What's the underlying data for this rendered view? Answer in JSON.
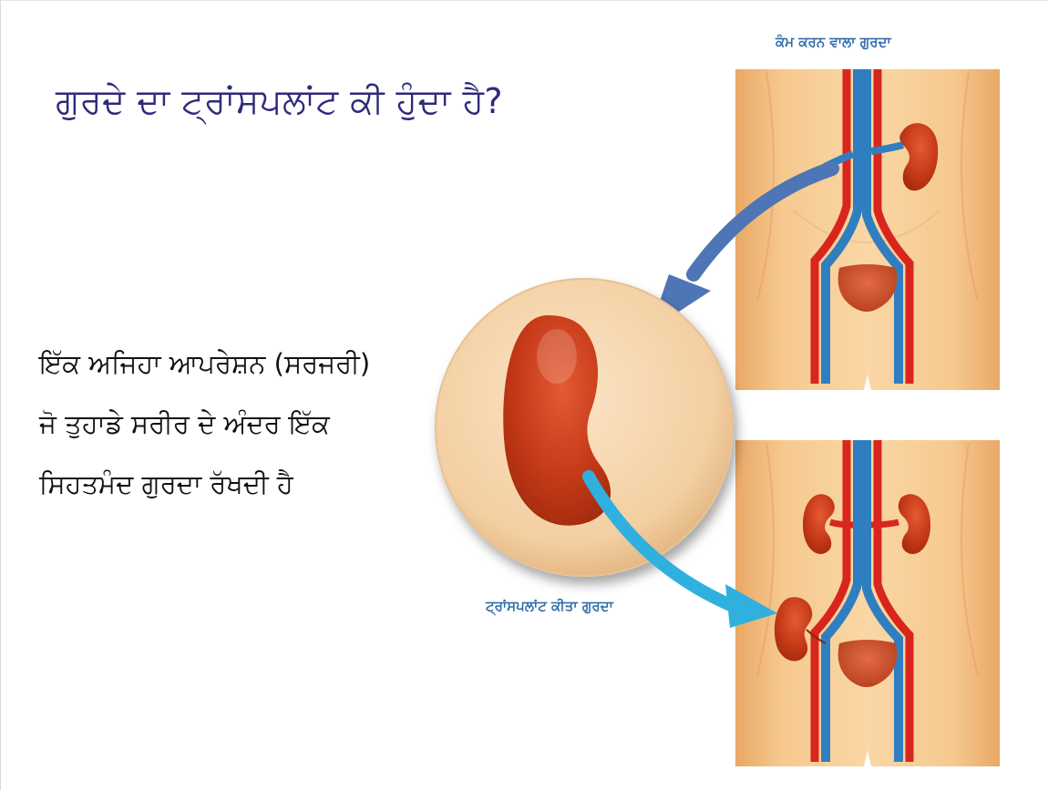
{
  "slide": {
    "title": "ਗੁਰਦੇ ਦਾ ਟ੍ਰਾਂਸਪਲਾਂਟ ਕੀ ਹੁੰਦਾ ਹੈ?",
    "description_lines": [
      "ਇੱਕ ਅਜਿਹਾ ਆਪਰੇਸ਼ਨ (ਸਰਜਰੀ)",
      "ਜੋ ਤੁਹਾਡੇ ਸਰੀਰ ਦੇ ਅੰਦਰ ਇੱਕ",
      "ਸਿਹਤਮੰਦ ਗੁਰਦਾ ਰੱਖਦੀ ਹੈ"
    ]
  },
  "figure": {
    "label_working_kidney": "ਕੰਮ ਕਰਨ ਵਾਲਾ ਗੁਰਦਾ",
    "label_transplanted_kidney": "ਟ੍ਰਾਂਸਪਲਾਂਟ ਕੀਤਾ ਗੁਰਦਾ"
  },
  "colors": {
    "title": "#2e2a7a",
    "body_text": "#111111",
    "label": "#2f6aa8",
    "skin": "#f4c38a",
    "kidney": "#c23a17",
    "artery": "#d8261d",
    "vein": "#2f7fc0",
    "arrow_top": "#4e75b5",
    "arrow_bottom": "#2fb0de"
  }
}
